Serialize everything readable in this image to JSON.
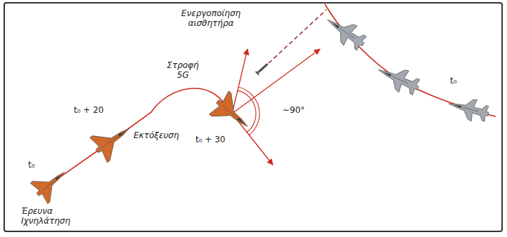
{
  "diagram": {
    "labels": [
      "Ενεργοποίηση αισθητήρα",
      "t₀",
      "t₀ + 20",
      "Εκτόξευση",
      "Στροφή 5G",
      "t₀ + 30",
      "~90°",
      "Έρευνα Ιχνηλάτηση",
      "t₀"
    ]
  }
}
